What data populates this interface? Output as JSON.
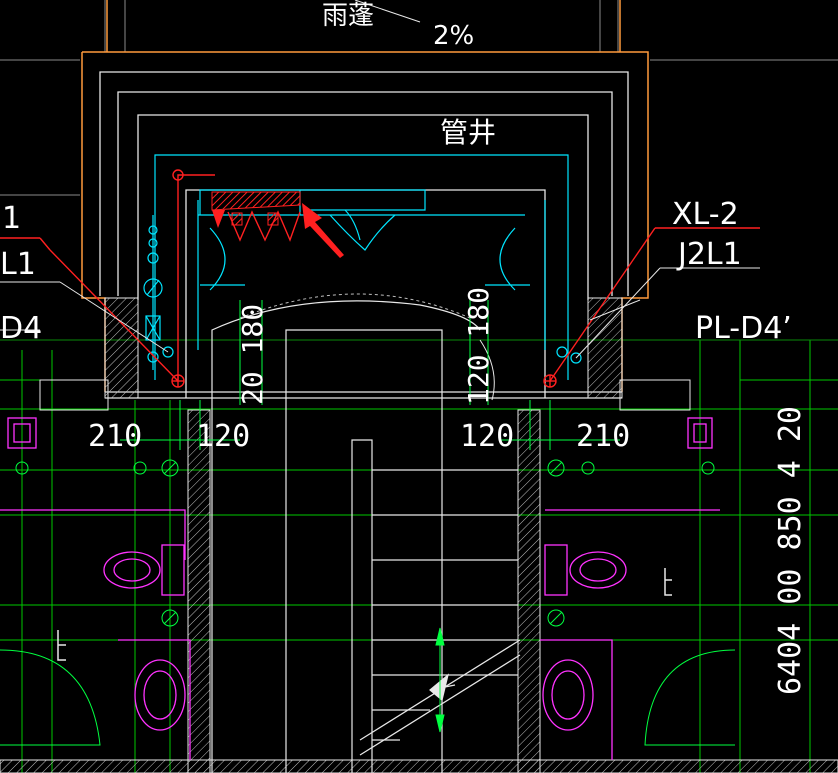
{
  "labels": {
    "canopy": "雨蓬",
    "slope": "2%",
    "shaft": "管井",
    "xl2": "XL-2",
    "j2l1": "J2L1",
    "pl_d4_right": "PL-D4’",
    "left_frag_1": "1",
    "left_frag_2": "L1",
    "left_frag_d4": "D4",
    "dim_210_left": "210",
    "dim_120_left": "120",
    "dim_120_right": "120",
    "dim_210_right": "210",
    "dim_20_180_left": "20 180",
    "dim_120_180_right": "120 180",
    "dim_vertical_right": "6404 00 850 4 20"
  },
  "colors": {
    "background": "#000000",
    "outline_orange": "#ff9a3c",
    "wall_white": "#e8e8e8",
    "pipe_cyan": "#00e5ff",
    "pipe_red": "#ff2020",
    "grid_green": "#00ff40",
    "fixture_magenta": "#ff33ff",
    "gray_line": "#8a8a8a",
    "dim_green": "#00c800"
  },
  "icons": {
    "annotation_arrow": "arrow-pointer-icon",
    "hatch": "hatched-insulation-icon"
  }
}
